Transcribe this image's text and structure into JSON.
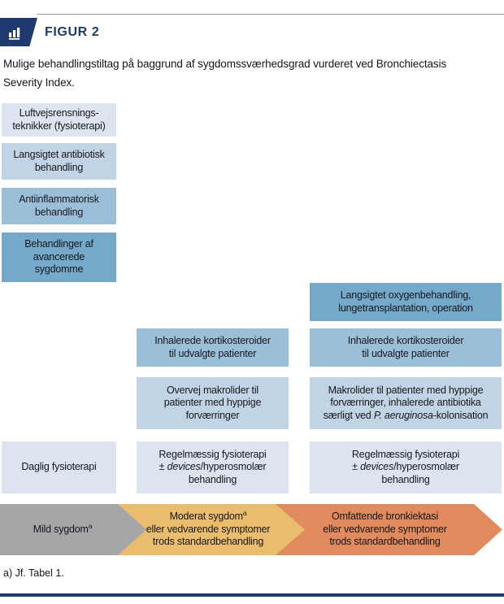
{
  "header": {
    "figure_label": "FIGUR 2",
    "caption_line1": "Mulige behandlingstiltag på baggrund af sygdomssværhedsgrad vurderet ved Bronchiectasis",
    "caption_line2": "Severity Index."
  },
  "colors": {
    "navy": "#1e3a6e",
    "shade1": "#dce5ef",
    "shade2": "#c1d4e6",
    "shade3": "#9cbfd9",
    "shade4": "#74a9ca",
    "gray": "#a6a6a8",
    "yellow": "#e9bd6d",
    "orange": "#e18a5e"
  },
  "boxes": {
    "airway": {
      "line1": "Luftvejsrensnings-",
      "line2": "teknikker (fysioterapi)"
    },
    "antibiotic": {
      "line1": "Langsigtet antibiotisk",
      "line2": "behandling"
    },
    "antiinflammatory": {
      "line1": "Antiinflammatorisk",
      "line2": "behandling"
    },
    "advanced": {
      "line1": "Behandlinger af",
      "line2": "avancerede",
      "line3": "sygdomme"
    },
    "oxygen": {
      "line1": "Langsigtet oxygenbehandling,",
      "line2": "lungetransplantation, operation"
    },
    "inhaled_mid": {
      "line1": "Inhalerede kortikosteroider",
      "line2": "til udvalgte patienter"
    },
    "inhaled_right": {
      "line1": "Inhalerede kortikosteroider",
      "line2": "til udvalgte patienter"
    },
    "macrolide_mid": {
      "line1": "Overvej makrolider til",
      "line2": "patienter med hyppige",
      "line3": "forværringer"
    },
    "macrolide_right": {
      "line1": "Makrolider til patienter med hyppige",
      "line2": "forværringer, inhalerede antibiotika",
      "line3_pre": "særligt ved ",
      "line3_italic": "P. aeruginosa",
      "line3_post": "-kolonisation"
    },
    "daily_physio": {
      "line1": "Daglig fysioterapi"
    },
    "physio_mid": {
      "line1": "Regelmæssig fysioterapi",
      "line2_pre": "± ",
      "line2_italic": "devices",
      "line2_post": "/hyperosmolær",
      "line3": "behandling"
    },
    "physio_right": {
      "line1": "Regelmæssig fysioterapi",
      "line2_pre": "± ",
      "line2_italic": "devices",
      "line2_post": "/hyperosmolær",
      "line3": "behandling"
    }
  },
  "severity_arrow": {
    "mild": {
      "text": "Mild sygdom",
      "sup": "a"
    },
    "moderate": {
      "line1": "Moderat sygdom",
      "line1_sup": "a",
      "line2": "eller vedvarende symptomer",
      "line3": "trods standardbehandling"
    },
    "extensive": {
      "line1": "Omfattende bronkiektasi",
      "line2": "eller vedvarende symptomer",
      "line3": "trods standardbehandling"
    }
  },
  "footnote": "a) Jf. Tabel 1."
}
